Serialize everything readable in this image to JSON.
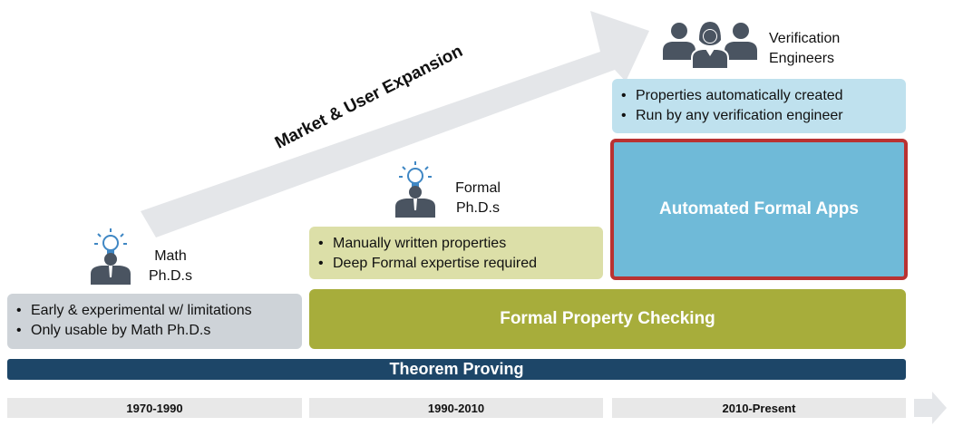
{
  "arrow": {
    "label": "Market & User Expansion"
  },
  "eras": [
    {
      "people_label": "Math\nPh.D.s",
      "bullets": [
        "Early & experimental w/ limitations",
        "Only usable by Math Ph.D.s"
      ]
    },
    {
      "people_label": "Formal\nPh.D.s",
      "bullets": [
        "Manually written properties",
        "Deep Formal expertise required"
      ]
    },
    {
      "people_label": "Verification\nEngineers",
      "bullets": [
        "Properties automatically created",
        "Run by any verification engineer"
      ]
    }
  ],
  "boxes": {
    "automated_formal_apps": "Automated Formal Apps",
    "formal_property_checking": "Formal Property Checking",
    "theorem_proving": "Theorem Proving"
  },
  "timeline": [
    "1970-1990",
    "1990-2010",
    "2010-Present"
  ],
  "colors": {
    "arrow_grey": "#e4e6e9",
    "bullet_grey": "#ced3d8",
    "bullet_olive": "#dcdfa8",
    "bullet_blue": "#bfe1ee",
    "olive": "#a7ad3b",
    "apps_blue": "#6fbad8",
    "apps_border": "#b93232",
    "navy": "#1d4668",
    "person_dark": "#4a5461",
    "bulb_blue": "#3f87c4"
  },
  "icons": [
    "lightbulb-person-icon",
    "people-group-icon",
    "timeline-arrow-icon"
  ]
}
